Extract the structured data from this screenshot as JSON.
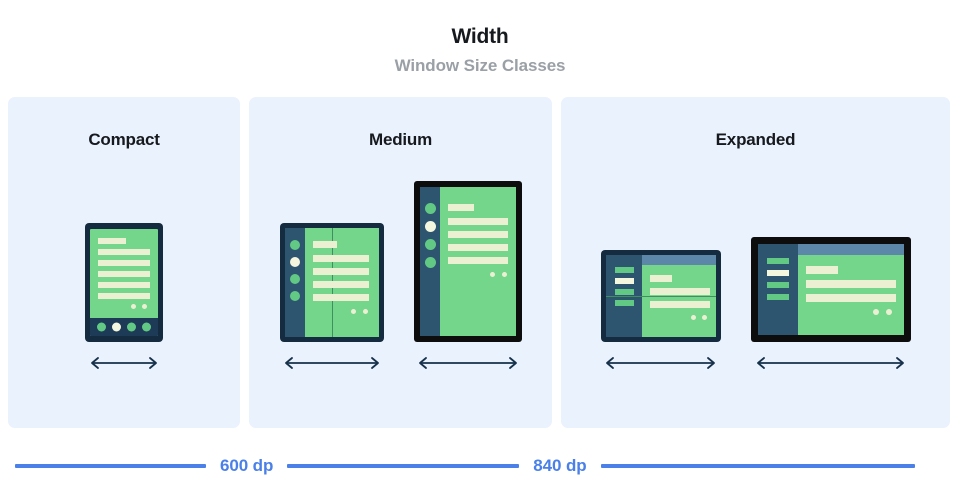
{
  "header": {
    "title": "Width",
    "subtitle": "Window Size Classes"
  },
  "panels": [
    {
      "id": "compact",
      "label": "Compact",
      "devices": [
        {
          "name": "phone",
          "kind": "phone"
        }
      ]
    },
    {
      "id": "medium",
      "label": "Medium",
      "devices": [
        {
          "name": "foldable-portrait",
          "kind": "foldable"
        },
        {
          "name": "tablet-portrait",
          "kind": "tablet"
        }
      ]
    },
    {
      "id": "expanded",
      "label": "Expanded",
      "devices": [
        {
          "name": "foldable-landscape",
          "kind": "foldable"
        },
        {
          "name": "tablet-landscape",
          "kind": "tablet"
        }
      ]
    }
  ],
  "ruler": {
    "breakpoints": [
      "600 dp",
      "840 dp"
    ]
  },
  "colors": {
    "panel_background": "#eaf2fd",
    "device_frame_navy": "#152b3f",
    "device_frame_black": "#0d0d0d",
    "screen_green": "#73d68b",
    "content_cream": "#ecf0d2",
    "rail_blue": "#2e5570",
    "topbar_blue": "#5d87a8",
    "accent_blue": "#4a80e8",
    "title_text": "#16191d",
    "subtitle_text": "#9aa0a6"
  },
  "icons": {
    "width_arrow": "double-headed-horizontal-arrow"
  }
}
